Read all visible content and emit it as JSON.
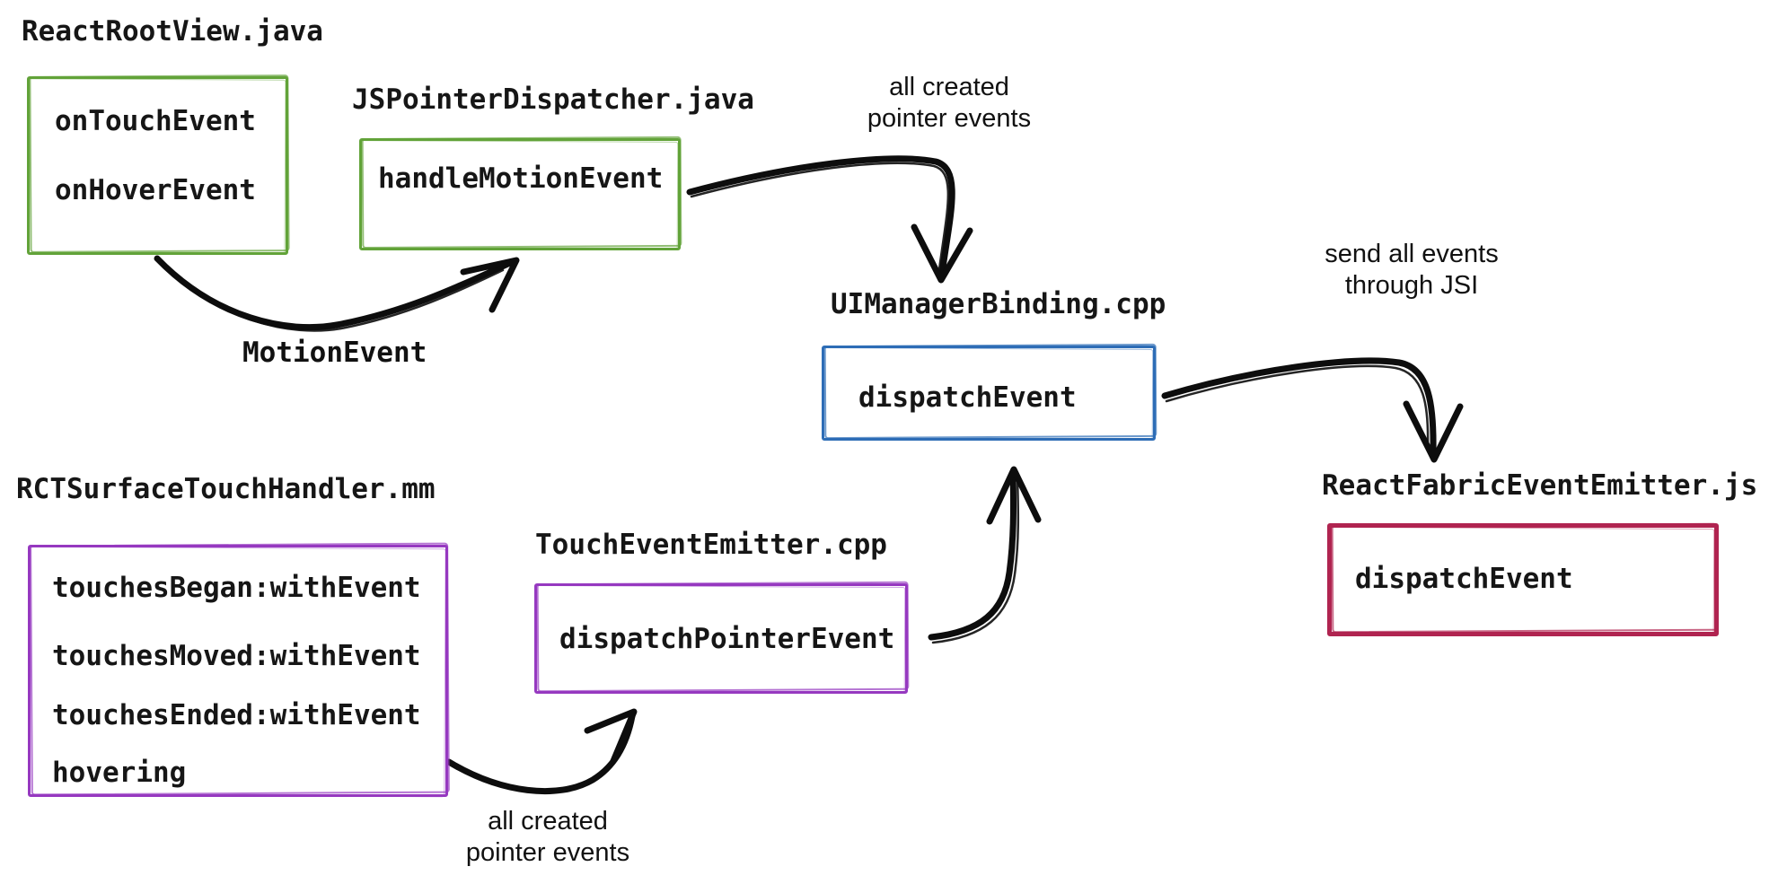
{
  "colors": {
    "green": "#62a339",
    "blue": "#2e6db6",
    "purple": "#9639c0",
    "crimson": "#b02450",
    "ink": "#161616",
    "arrow": "#0d0d0d"
  },
  "nodes": [
    {
      "id": "react-root-view",
      "title": "ReactRootView.java",
      "color": "green",
      "items": [
        "onTouchEvent",
        "onHoverEvent"
      ]
    },
    {
      "id": "js-pointer-dispatcher",
      "title": "JSPointerDispatcher.java",
      "color": "green",
      "items": [
        "handleMotionEvent"
      ]
    },
    {
      "id": "ui-manager-binding",
      "title": "UIManagerBinding.cpp",
      "color": "blue",
      "items": [
        "dispatchEvent"
      ]
    },
    {
      "id": "rct-surface-touch-handler",
      "title": "RCTSurfaceTouchHandler.mm",
      "color": "purple",
      "items": [
        "touchesBegan:withEvent",
        "touchesMoved:withEvent",
        "touchesEnded:withEvent",
        "hovering"
      ]
    },
    {
      "id": "touch-event-emitter",
      "title": "TouchEventEmitter.cpp",
      "color": "purple",
      "items": [
        "dispatchPointerEvent"
      ]
    },
    {
      "id": "react-fabric-event-emitter",
      "title": "ReactFabricEventEmitter.js",
      "color": "crimson",
      "items": [
        "dispatchEvent"
      ]
    }
  ],
  "edge_labels": {
    "motion_event": "MotionEvent",
    "top_pointer_events": {
      "line1": "all created",
      "line2": "pointer events"
    },
    "jsi": {
      "line1": "send all events",
      "line2": "through JSI"
    },
    "bottom_pointer_events": {
      "line1": "all created",
      "line2": "pointer events"
    }
  }
}
